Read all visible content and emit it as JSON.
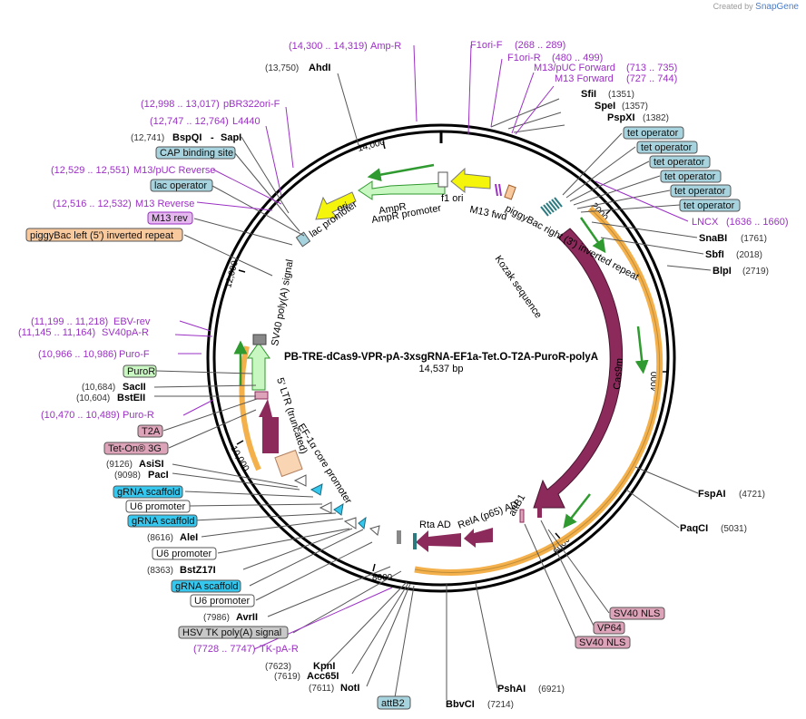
{
  "branding": {
    "created_by": "Created by",
    "product": "SnapGene"
  },
  "map": {
    "title": "PB-TRE-dCas9-VPR-pA-3xsgRNA-EF1a-Tet.O-T2A-PuroR-polyA",
    "length_label": "14,537 bp",
    "ticks": [
      "2000",
      "4000",
      "6000",
      "8000",
      "10,000",
      "12,000",
      "14,000"
    ]
  },
  "enzymes": [
    {
      "name": "AhdI",
      "pos": "(13,750)"
    },
    {
      "name": "SfiI",
      "pos": "(1351)"
    },
    {
      "name": "SpeI",
      "pos": "(1357)"
    },
    {
      "name": "PspXI",
      "pos": "(1382)"
    },
    {
      "name": "SnaBI",
      "pos": "(1761)"
    },
    {
      "name": "SbfI",
      "pos": "(2018)"
    },
    {
      "name": "BlpI",
      "pos": "(2719)"
    },
    {
      "name": "FspAI",
      "pos": "(4721)"
    },
    {
      "name": "PaqCI",
      "pos": "(5031)"
    },
    {
      "name": "PshAI",
      "pos": "(6921)"
    },
    {
      "name": "BbvCI",
      "pos": "(7214)"
    },
    {
      "name": "NotI",
      "pos": "(7611)"
    },
    {
      "name": "Acc65I",
      "pos": "(7619)"
    },
    {
      "name": "KpnI",
      "pos": "(7623)"
    },
    {
      "name": "AvrII",
      "pos": "(7986)"
    },
    {
      "name": "BstZ17I",
      "pos": "(8363)"
    },
    {
      "name": "AleI",
      "pos": "(8616)"
    },
    {
      "name": "PacI",
      "pos": "(9098)"
    },
    {
      "name": "AsiSI",
      "pos": "(9126)"
    },
    {
      "name": "BstEII",
      "pos": "(10,604)"
    },
    {
      "name": "SacII",
      "pos": "(10,684)"
    },
    {
      "name": "BspQI",
      "pos": "(12,741)"
    },
    {
      "name": "SapI",
      "pos": ""
    }
  ],
  "primers": [
    {
      "name": "Amp-R",
      "range": "(14,300 .. 14,319)"
    },
    {
      "name": "F1ori-F",
      "range": "(268 .. 289)"
    },
    {
      "name": "F1ori-R",
      "range": "(480 .. 499)"
    },
    {
      "name": "M13/pUC Forward",
      "range": "(713 .. 735)"
    },
    {
      "name": "M13 Forward",
      "range": "(727 .. 744)"
    },
    {
      "name": "pBR322ori-F",
      "range": "(12,998 .. 13,017)"
    },
    {
      "name": "L4440",
      "range": "(12,747 .. 12,764)"
    },
    {
      "name": "M13/pUC Reverse",
      "range": "(12,529 .. 12,551)"
    },
    {
      "name": "M13 Reverse",
      "range": "(12,516 .. 12,532)"
    },
    {
      "name": "EBV-rev",
      "range": "(11,199 .. 11,218)"
    },
    {
      "name": "SV40pA-R",
      "range": "(11,145 .. 11,164)"
    },
    {
      "name": "Puro-F",
      "range": "(10,966 .. 10,986)"
    },
    {
      "name": "Puro-R",
      "range": "(10,470 .. 10,489)"
    },
    {
      "name": "TK-pA-R",
      "range": "(7728 .. 7747)"
    },
    {
      "name": "LNCX",
      "range": "(1636 .. 1660)"
    }
  ],
  "boxes": {
    "tet_operator": "tet operator",
    "cap_binding_site": "CAP binding site",
    "lac_operator": "lac operator",
    "m13_rev": "M13 rev",
    "piggybac_left": "piggyBac left (5') inverted repeat",
    "puror": "PuroR",
    "t2a": "T2A",
    "tet_on_3g": "Tet-On® 3G",
    "grna_scaffold": "gRNA scaffold",
    "u6_promoter": "U6 promoter",
    "hsv_tk_polya": "HSV TK poly(A) signal",
    "attb2": "attB2",
    "sv40_nls_1": "SV40 NLS",
    "vp64": "VP64",
    "sv40_nls_2": "SV40 NLS"
  },
  "features": {
    "ori": "ori",
    "lac_promoter": "lac promoter",
    "ampr": "AmpR",
    "ampr_promoter": "AmpR promoter",
    "f1_ori": "f1 ori",
    "m13_fwd": "M13 fwd",
    "piggybac_right": "piggyBac right (3') inverted repeat",
    "kozak": "Kozak sequence",
    "cas9m": "Cas9m",
    "sv40_polya": "SV40 poly(A) signal",
    "ltr": "5' LTR (truncated)",
    "ef1a": "EF-1α core promoter",
    "rta_ad": "Rta AD",
    "rela_ad": "RelA (p65) AD",
    "attb1": "attB1"
  },
  "colors": {
    "primer": "#9b30c4",
    "cas9": "#8b2a5b",
    "ampr": "#c9f7c1",
    "ori": "#f5f50b",
    "tet_box": "#a6d3dd",
    "cap_box": "#a6d3dd",
    "grna_box": "#36c7ee",
    "piggybac_box": "#f9c99e",
    "pink_box": "#dda3b8",
    "orange_track": "#f4b04a",
    "green_orf": "#2f9a2f"
  }
}
